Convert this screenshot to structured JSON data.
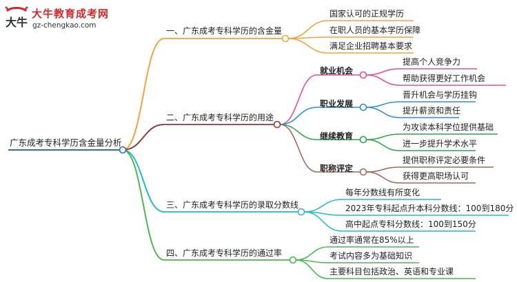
{
  "logo": {
    "name": "大牛教育成考网",
    "url": "gz-chengkao.com",
    "badge_text": "大牛"
  },
  "root": {
    "label": "广东成考专科学历含金量分析"
  },
  "branches": [
    {
      "label": "一、广东成考专科学历的含金量",
      "color": "#f0a33a",
      "leaves": [
        "国家认可的正规学历",
        "在职人员的基本学历保障",
        "满足企业招聘基本要求"
      ]
    },
    {
      "label": "二、广东成考专科学历的用途",
      "color": "#8c3a3a",
      "groups": [
        {
          "label": "就业机会",
          "color": "#e94b8c",
          "leaves": [
            "提高个人竞争力",
            "帮助获得更好工作机会"
          ]
        },
        {
          "label": "职业发展",
          "color": "#2a8de0",
          "leaves": [
            "晋升机会与学历挂钩",
            "提升薪资和责任"
          ]
        },
        {
          "label": "继续教育",
          "color": "#2ea44f",
          "leaves": [
            "为攻读本科学位提供基础",
            "进一步提升学术水平"
          ]
        },
        {
          "label": "职称评定",
          "color": "#9b6a5a",
          "leaves": [
            "提供职称评定必要条件",
            "获得更高职场认可"
          ]
        }
      ]
    },
    {
      "label": "三、广东成考专科学历的录取分数线",
      "color": "#22b8c8",
      "leaves": [
        "每年分数线有所变化",
        "2023年专科起点升本科分数线：100到180分",
        "高中起点专科分数线：100到150分"
      ]
    },
    {
      "label": "四、广东成考专科学历的通过率",
      "color": "#49b84e",
      "leaves": [
        "通过率通常在85%以上",
        "考试内容多为基础知识",
        "主要科目包括政治、英语和专业课"
      ]
    }
  ]
}
